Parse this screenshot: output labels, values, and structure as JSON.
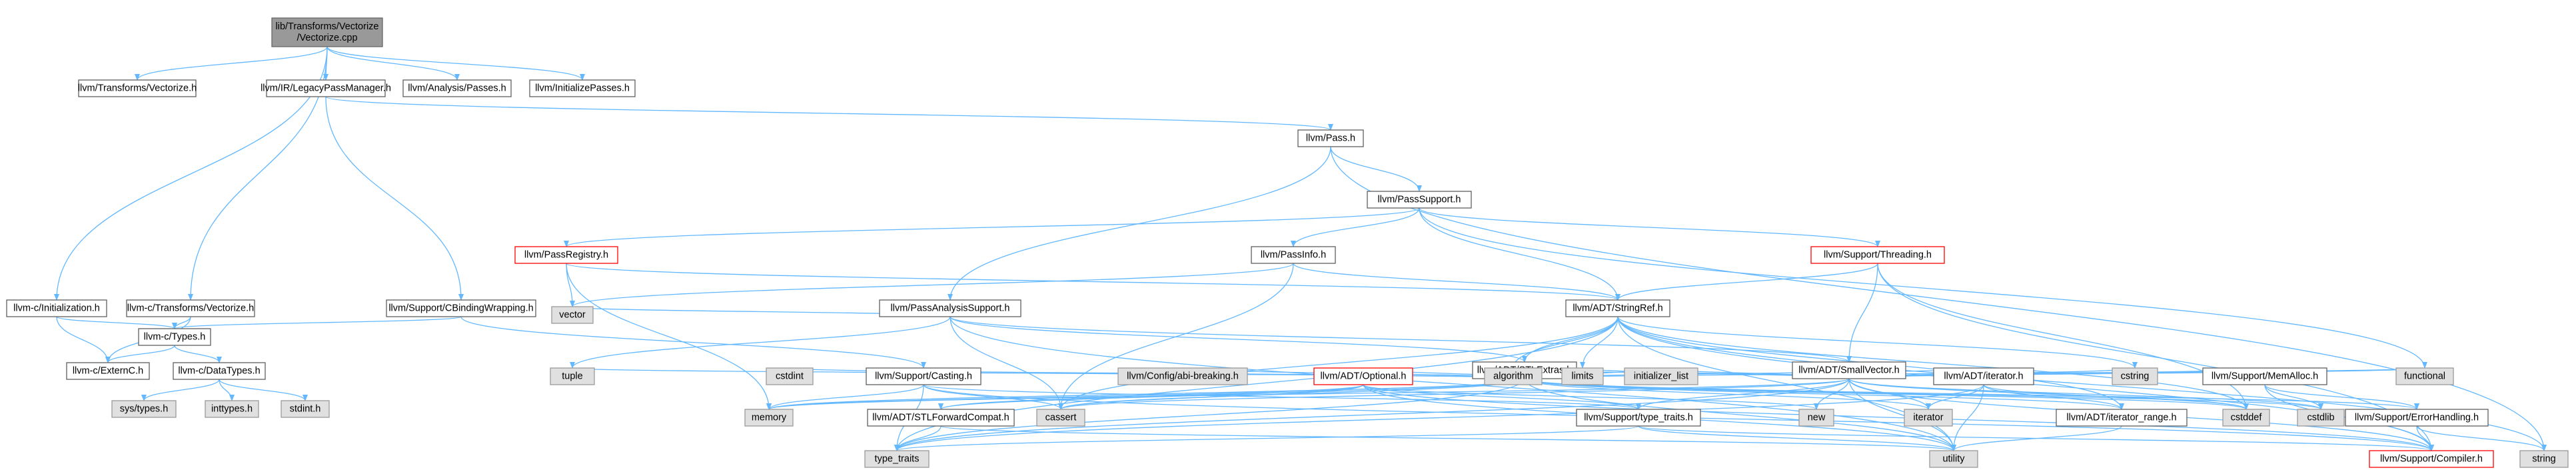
{
  "graph": {
    "colors": {
      "edge": "#63B8FF",
      "node_border": "#5f5f5f",
      "node_fill": "#ffffff",
      "focus_fill": "#999999",
      "system_fill": "#e0e0e0",
      "highlight_border": "#ff0000",
      "text": "#000000"
    },
    "nodes": [
      {
        "id": "root",
        "lines": [
          "lib/Transforms/Vectorize",
          "/Vectorize.cpp"
        ],
        "style": "focus"
      },
      {
        "id": "llvm_transforms_vectorize",
        "lines": [
          "llvm/Transforms/Vectorize.h"
        ],
        "style": "normal"
      },
      {
        "id": "llvm_c_initialization",
        "lines": [
          "llvm-c/Initialization.h"
        ],
        "style": "normal"
      },
      {
        "id": "llvm_c_transforms_vectorize",
        "lines": [
          "llvm-c/Transforms/Vectorize.h"
        ],
        "style": "normal"
      },
      {
        "id": "llvm_ir_legacypassmanager",
        "lines": [
          "llvm/IR/LegacyPassManager.h"
        ],
        "style": "normal"
      },
      {
        "id": "llvm_analysis_passes",
        "lines": [
          "llvm/Analysis/Passes.h"
        ],
        "style": "normal"
      },
      {
        "id": "llvm_initializepasses",
        "lines": [
          "llvm/InitializePasses.h"
        ],
        "style": "normal"
      },
      {
        "id": "llvm_c_types",
        "lines": [
          "llvm-c/Types.h"
        ],
        "style": "normal"
      },
      {
        "id": "llvm_c_externc",
        "lines": [
          "llvm-c/ExternC.h"
        ],
        "style": "normal"
      },
      {
        "id": "llvm_c_datatypes",
        "lines": [
          "llvm-c/DataTypes.h"
        ],
        "style": "normal"
      },
      {
        "id": "sys_types",
        "lines": [
          "sys/types.h"
        ],
        "style": "system"
      },
      {
        "id": "inttypes",
        "lines": [
          "inttypes.h"
        ],
        "style": "system"
      },
      {
        "id": "stdint",
        "lines": [
          "stdint.h"
        ],
        "style": "system"
      },
      {
        "id": "llvm_pass",
        "lines": [
          "llvm/Pass.h"
        ],
        "style": "normal"
      },
      {
        "id": "llvm_passsupport",
        "lines": [
          "llvm/PassSupport.h"
        ],
        "style": "normal"
      },
      {
        "id": "llvm_passregistry",
        "lines": [
          "llvm/PassRegistry.h"
        ],
        "style": "highlight"
      },
      {
        "id": "llvm_passinfo",
        "lines": [
          "llvm/PassInfo.h"
        ],
        "style": "normal"
      },
      {
        "id": "llvm_support_threading",
        "lines": [
          "llvm/Support/Threading.h"
        ],
        "style": "highlight"
      },
      {
        "id": "llvm_support_cbindingwrapping",
        "lines": [
          "llvm/Support/CBindingWrapping.h"
        ],
        "style": "normal"
      },
      {
        "id": "llvm_passanalysissupport",
        "lines": [
          "llvm/PassAnalysisSupport.h"
        ],
        "style": "normal"
      },
      {
        "id": "llvm_adt_stringref",
        "lines": [
          "llvm/ADT/StringRef.h"
        ],
        "style": "normal"
      },
      {
        "id": "vector",
        "lines": [
          "vector"
        ],
        "style": "system"
      },
      {
        "id": "llvm_adt_stlextras",
        "lines": [
          "llvm/ADT/STLExtras.h"
        ],
        "style": "normal"
      },
      {
        "id": "llvm_adt_smallvector",
        "lines": [
          "llvm/ADT/SmallVector.h"
        ],
        "style": "normal"
      },
      {
        "id": "tuple",
        "lines": [
          "tuple"
        ],
        "style": "system"
      },
      {
        "id": "cstdint",
        "lines": [
          "cstdint"
        ],
        "style": "system"
      },
      {
        "id": "llvm_support_casting",
        "lines": [
          "llvm/Support/Casting.h"
        ],
        "style": "normal"
      },
      {
        "id": "llvm_config_abi_breaking",
        "lines": [
          "llvm/Config/abi-breaking.h"
        ],
        "style": "system"
      },
      {
        "id": "llvm_adt_optional",
        "lines": [
          "llvm/ADT/Optional.h"
        ],
        "style": "highlight"
      },
      {
        "id": "algorithm",
        "lines": [
          "algorithm"
        ],
        "style": "system"
      },
      {
        "id": "limits",
        "lines": [
          "limits"
        ],
        "style": "system"
      },
      {
        "id": "initializer_list",
        "lines": [
          "initializer_list"
        ],
        "style": "system"
      },
      {
        "id": "llvm_adt_iterator",
        "lines": [
          "llvm/ADT/iterator.h"
        ],
        "style": "normal"
      },
      {
        "id": "cstring",
        "lines": [
          "cstring"
        ],
        "style": "system"
      },
      {
        "id": "llvm_support_memalloc",
        "lines": [
          "llvm/Support/MemAlloc.h"
        ],
        "style": "normal"
      },
      {
        "id": "functional",
        "lines": [
          "functional"
        ],
        "style": "system"
      },
      {
        "id": "memory",
        "lines": [
          "memory"
        ],
        "style": "system"
      },
      {
        "id": "llvm_adt_stlforwardcompat",
        "lines": [
          "llvm/ADT/STLForwardCompat.h"
        ],
        "style": "normal"
      },
      {
        "id": "cassert",
        "lines": [
          "cassert"
        ],
        "style": "system"
      },
      {
        "id": "new",
        "lines": [
          "new"
        ],
        "style": "system"
      },
      {
        "id": "llvm_support_type_traits",
        "lines": [
          "llvm/Support/type_traits.h"
        ],
        "style": "normal"
      },
      {
        "id": "iterator",
        "lines": [
          "iterator"
        ],
        "style": "system"
      },
      {
        "id": "llvm_adt_iterator_range",
        "lines": [
          "llvm/ADT/iterator_range.h"
        ],
        "style": "normal"
      },
      {
        "id": "cstddef",
        "lines": [
          "cstddef"
        ],
        "style": "system"
      },
      {
        "id": "cstdlib",
        "lines": [
          "cstdlib"
        ],
        "style": "system"
      },
      {
        "id": "llvm_support_errorhandling",
        "lines": [
          "llvm/Support/ErrorHandling.h"
        ],
        "style": "normal"
      },
      {
        "id": "type_traits",
        "lines": [
          "type_traits"
        ],
        "style": "system"
      },
      {
        "id": "utility",
        "lines": [
          "utility"
        ],
        "style": "system"
      },
      {
        "id": "llvm_support_compiler",
        "lines": [
          "llvm/Support/Compiler.h"
        ],
        "style": "highlight"
      },
      {
        "id": "string",
        "lines": [
          "string"
        ],
        "style": "system"
      }
    ],
    "edges": [
      [
        "root",
        "llvm_transforms_vectorize"
      ],
      [
        "root",
        "llvm_c_initialization"
      ],
      [
        "root",
        "llvm_c_transforms_vectorize"
      ],
      [
        "root",
        "llvm_ir_legacypassmanager"
      ],
      [
        "root",
        "llvm_analysis_passes"
      ],
      [
        "root",
        "llvm_initializepasses"
      ],
      [
        "llvm_c_initialization",
        "llvm_c_types"
      ],
      [
        "llvm_c_initialization",
        "llvm_c_externc"
      ],
      [
        "llvm_c_transforms_vectorize",
        "llvm_c_types"
      ],
      [
        "llvm_c_transforms_vectorize",
        "llvm_c_externc"
      ],
      [
        "llvm_c_types",
        "llvm_c_externc"
      ],
      [
        "llvm_c_types",
        "llvm_c_datatypes"
      ],
      [
        "llvm_c_datatypes",
        "sys_types"
      ],
      [
        "llvm_c_datatypes",
        "inttypes"
      ],
      [
        "llvm_c_datatypes",
        "stdint"
      ],
      [
        "llvm_ir_legacypassmanager",
        "llvm_pass"
      ],
      [
        "llvm_ir_legacypassmanager",
        "llvm_support_cbindingwrapping"
      ],
      [
        "llvm_support_cbindingwrapping",
        "llvm_c_types"
      ],
      [
        "llvm_support_cbindingwrapping",
        "llvm_support_casting"
      ],
      [
        "llvm_pass",
        "llvm_passsupport"
      ],
      [
        "llvm_pass",
        "llvm_passanalysissupport"
      ],
      [
        "llvm_pass",
        "string"
      ],
      [
        "llvm_passsupport",
        "llvm_passregistry"
      ],
      [
        "llvm_passsupport",
        "llvm_passinfo"
      ],
      [
        "llvm_passsupport",
        "llvm_support_threading"
      ],
      [
        "llvm_passsupport",
        "llvm_adt_stringref"
      ],
      [
        "llvm_passsupport",
        "functional"
      ],
      [
        "llvm_passregistry",
        "llvm_adt_stringref"
      ],
      [
        "llvm_passregistry",
        "vector"
      ],
      [
        "llvm_passregistry",
        "memory"
      ],
      [
        "llvm_passinfo",
        "llvm_adt_stringref"
      ],
      [
        "llvm_passinfo",
        "vector"
      ],
      [
        "llvm_passinfo",
        "cassert"
      ],
      [
        "llvm_support_threading",
        "llvm_adt_stringref"
      ],
      [
        "llvm_support_threading",
        "llvm_adt_smallvector"
      ],
      [
        "llvm_support_threading",
        "llvm_support_compiler"
      ],
      [
        "llvm_support_threading",
        "cstddef"
      ],
      [
        "llvm_passanalysissupport",
        "llvm_adt_stlextras"
      ],
      [
        "llvm_passanalysissupport",
        "llvm_adt_smallvector"
      ],
      [
        "llvm_passanalysissupport",
        "cassert"
      ],
      [
        "llvm_passanalysissupport",
        "tuple"
      ],
      [
        "llvm_passanalysissupport",
        "utility"
      ],
      [
        "llvm_passanalysissupport",
        "vector"
      ],
      [
        "llvm_adt_stringref",
        "llvm_adt_stlextras"
      ],
      [
        "llvm_adt_stringref",
        "llvm_adt_iterator_range"
      ],
      [
        "llvm_adt_stringref",
        "llvm_support_compiler"
      ],
      [
        "llvm_adt_stringref",
        "algorithm"
      ],
      [
        "llvm_adt_stringref",
        "cassert"
      ],
      [
        "llvm_adt_stringref",
        "cstddef"
      ],
      [
        "llvm_adt_stringref",
        "cstring"
      ],
      [
        "llvm_adt_stringref",
        "limits"
      ],
      [
        "llvm_adt_stringref",
        "string"
      ],
      [
        "llvm_adt_stringref",
        "type_traits"
      ],
      [
        "llvm_adt_stringref",
        "utility"
      ],
      [
        "llvm_adt_stlextras",
        "llvm_adt_optional"
      ],
      [
        "llvm_adt_stlextras",
        "llvm_adt_stlforwardcompat"
      ],
      [
        "llvm_adt_stlextras",
        "llvm_adt_iterator"
      ],
      [
        "llvm_adt_stlextras",
        "llvm_adt_iterator_range"
      ],
      [
        "llvm_adt_stlextras",
        "llvm_config_abi_breaking"
      ],
      [
        "llvm_adt_stlextras",
        "llvm_support_errorhandling"
      ],
      [
        "llvm_adt_stlextras",
        "algorithm"
      ],
      [
        "llvm_adt_stlextras",
        "cassert"
      ],
      [
        "llvm_adt_stlextras",
        "cstddef"
      ],
      [
        "llvm_adt_stlextras",
        "cstdint"
      ],
      [
        "llvm_adt_stlextras",
        "cstdlib"
      ],
      [
        "llvm_adt_stlextras",
        "functional"
      ],
      [
        "llvm_adt_stlextras",
        "initializer_list"
      ],
      [
        "llvm_adt_stlextras",
        "iterator"
      ],
      [
        "llvm_adt_stlextras",
        "limits"
      ],
      [
        "llvm_adt_stlextras",
        "memory"
      ],
      [
        "llvm_adt_stlextras",
        "tuple"
      ],
      [
        "llvm_adt_stlextras",
        "type_traits"
      ],
      [
        "llvm_adt_stlextras",
        "utility"
      ],
      [
        "llvm_adt_optional",
        "llvm_adt_stlforwardcompat"
      ],
      [
        "llvm_adt_optional",
        "llvm_support_compiler"
      ],
      [
        "llvm_adt_optional",
        "llvm_support_type_traits"
      ],
      [
        "llvm_adt_optional",
        "cassert"
      ],
      [
        "llvm_adt_optional",
        "memory"
      ],
      [
        "llvm_adt_optional",
        "new"
      ],
      [
        "llvm_adt_optional",
        "utility"
      ],
      [
        "llvm_adt_stlforwardcompat",
        "type_traits"
      ],
      [
        "llvm_adt_stlforwardcompat",
        "utility"
      ],
      [
        "llvm_support_casting",
        "llvm_support_compiler"
      ],
      [
        "llvm_support_casting",
        "llvm_support_type_traits"
      ],
      [
        "llvm_support_casting",
        "cassert"
      ],
      [
        "llvm_support_casting",
        "memory"
      ],
      [
        "llvm_support_casting",
        "type_traits"
      ],
      [
        "llvm_support_type_traits",
        "llvm_support_compiler"
      ],
      [
        "llvm_support_type_traits",
        "type_traits"
      ],
      [
        "llvm_support_type_traits",
        "utility"
      ],
      [
        "llvm_adt_iterator",
        "llvm_adt_iterator_range"
      ],
      [
        "llvm_adt_iterator",
        "cstddef"
      ],
      [
        "llvm_adt_iterator",
        "iterator"
      ],
      [
        "llvm_adt_iterator",
        "type_traits"
      ],
      [
        "llvm_adt_iterator",
        "utility"
      ],
      [
        "llvm_adt_iterator_range",
        "utility"
      ],
      [
        "llvm_adt_smallvector",
        "llvm_support_compiler"
      ],
      [
        "llvm_adt_smallvector",
        "llvm_support_memalloc"
      ],
      [
        "llvm_adt_smallvector",
        "llvm_support_type_traits"
      ],
      [
        "llvm_adt_smallvector",
        "algorithm"
      ],
      [
        "llvm_adt_smallvector",
        "cassert"
      ],
      [
        "llvm_adt_smallvector",
        "cstddef"
      ],
      [
        "llvm_adt_smallvector",
        "cstdlib"
      ],
      [
        "llvm_adt_smallvector",
        "cstring"
      ],
      [
        "llvm_adt_smallvector",
        "functional"
      ],
      [
        "llvm_adt_smallvector",
        "initializer_list"
      ],
      [
        "llvm_adt_smallvector",
        "iterator"
      ],
      [
        "llvm_adt_smallvector",
        "limits"
      ],
      [
        "llvm_adt_smallvector",
        "memory"
      ],
      [
        "llvm_adt_smallvector",
        "new"
      ],
      [
        "llvm_adt_smallvector",
        "type_traits"
      ],
      [
        "llvm_adt_smallvector",
        "utility"
      ],
      [
        "llvm_support_memalloc",
        "llvm_support_compiler"
      ],
      [
        "llvm_support_memalloc",
        "llvm_support_errorhandling"
      ],
      [
        "llvm_support_memalloc",
        "cstdlib"
      ],
      [
        "llvm_support_errorhandling",
        "llvm_support_compiler"
      ],
      [
        "llvm_support_errorhandling",
        "string"
      ]
    ]
  }
}
